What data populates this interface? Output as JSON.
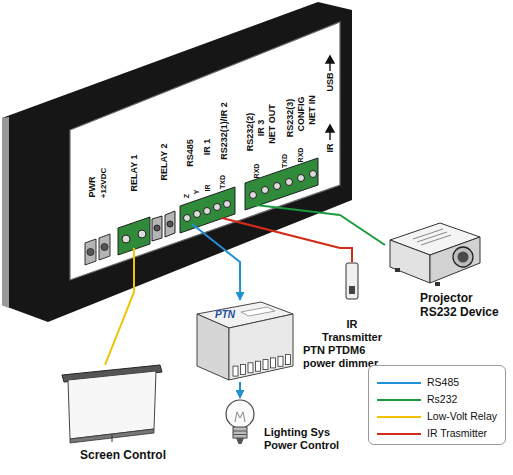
{
  "diagram": {
    "nodes": [
      {
        "text": [
          "PWR",
          "+12VDC",
          "RELAY 1",
          "RELAY 2",
          "RS485",
          "IR 1",
          "RS232(1)/IR 2",
          "RS232(2)",
          "IR 3",
          "NET OUT",
          "RS232(3)",
          "CONFIG",
          "NET IN",
          "USB",
          "IR",
          "Z",
          "Y",
          "IR",
          "TXD",
          "RXD",
          "TXD",
          "RXD"
        ]
      },
      {
        "text": [
          "Projector RS232 Device"
        ]
      },
      {
        "text": [
          "IR Transmitter"
        ]
      },
      {
        "text": [
          "PTN",
          "PTN PTDM6 power dimmer"
        ]
      },
      {
        "text": [
          "Lighting Sys Power Control"
        ]
      },
      {
        "text": [
          "Screen Control"
        ]
      }
    ],
    "edges": [
      {
        "from": 0,
        "to": 5,
        "arrow": "none"
      },
      {
        "from": 0,
        "to": 3,
        "arrow": "to"
      },
      {
        "from": 0,
        "to": 2,
        "arrow": "none"
      },
      {
        "from": 0,
        "to": 1,
        "arrow": "none"
      },
      {
        "from": 3,
        "to": 4,
        "arrow": "to"
      }
    ],
    "legend": [
      {
        "text": "RS485"
      },
      {
        "text": "Rs232"
      },
      {
        "text": "Low-Volt Relay"
      },
      {
        "text": "IR Trasmitter"
      }
    ]
  }
}
